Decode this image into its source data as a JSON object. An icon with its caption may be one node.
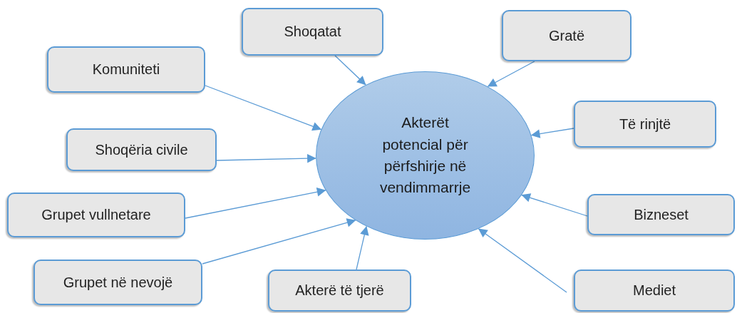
{
  "diagram": {
    "nodes": [
      {
        "text": [
          "Akterët potencial për përfshirje në vendimmarrje"
        ]
      },
      {
        "text": [
          "Shoqatat"
        ]
      },
      {
        "text": [
          "Gratë"
        ]
      },
      {
        "text": [
          "Komuniteti"
        ]
      },
      {
        "text": [
          "Të rinjtë"
        ]
      },
      {
        "text": [
          "Shoqëria civile"
        ]
      },
      {
        "text": [
          "Grupet vullnetare"
        ]
      },
      {
        "text": [
          "Bizneset"
        ]
      },
      {
        "text": [
          "Grupet në nevojë"
        ]
      },
      {
        "text": [
          "Akterë të tjerë"
        ]
      },
      {
        "text": [
          "Mediet"
        ]
      }
    ],
    "edges": [
      {
        "from": 1,
        "to": 0,
        "arrow": "to"
      },
      {
        "from": 2,
        "to": 0,
        "arrow": "to"
      },
      {
        "from": 3,
        "to": 0,
        "arrow": "to"
      },
      {
        "from": 4,
        "to": 0,
        "arrow": "to"
      },
      {
        "from": 5,
        "to": 0,
        "arrow": "to"
      },
      {
        "from": 6,
        "to": 0,
        "arrow": "to"
      },
      {
        "from": 7,
        "to": 0,
        "arrow": "to"
      },
      {
        "from": 8,
        "to": 0,
        "arrow": "to"
      },
      {
        "from": 9,
        "to": 0,
        "arrow": "to"
      },
      {
        "from": 10,
        "to": 0,
        "arrow": "to"
      }
    ]
  }
}
